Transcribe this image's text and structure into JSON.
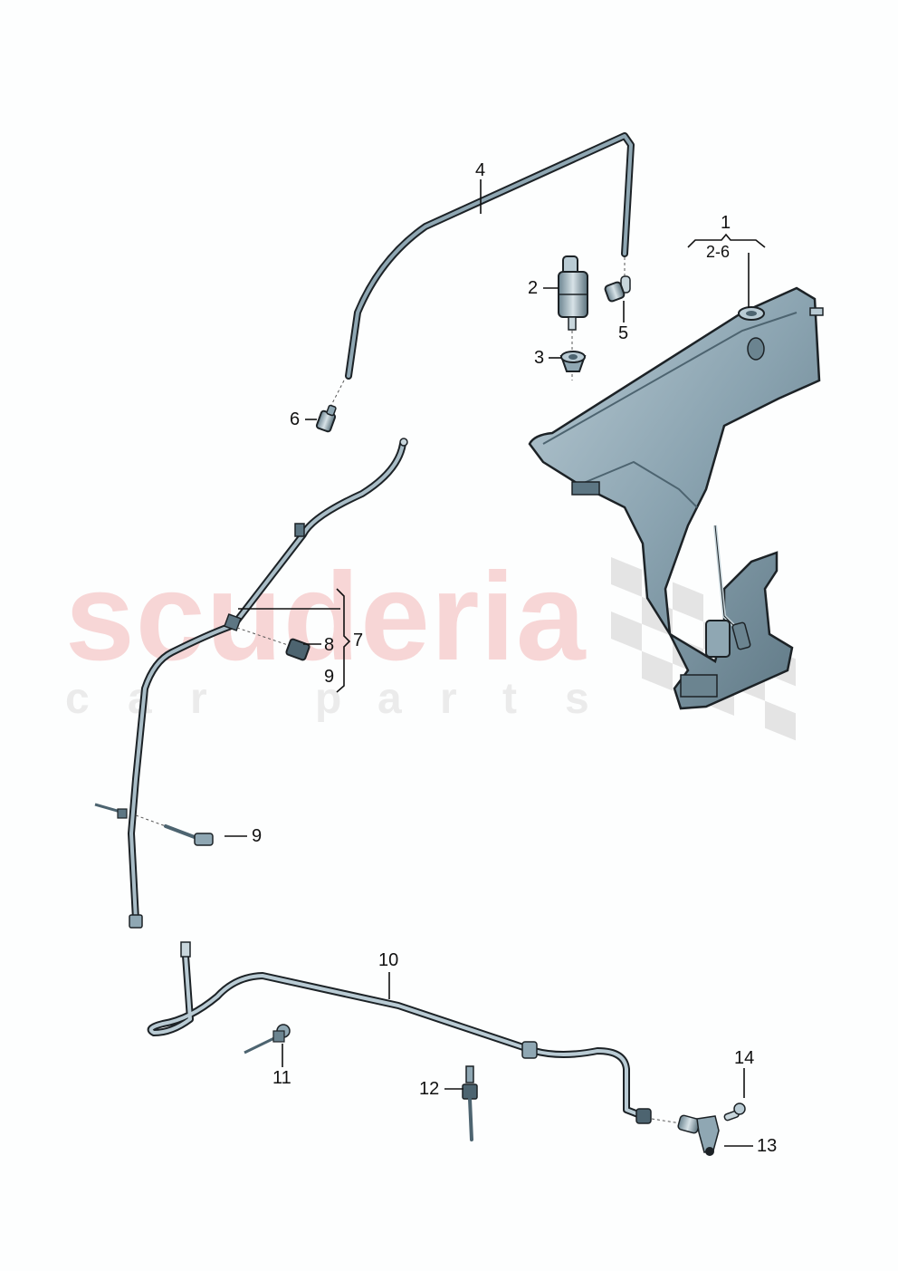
{
  "diagram": {
    "type": "exploded-parts-diagram",
    "subject": "windshield washer system: reservoir, pump, hoses, connectors",
    "watermark": {
      "brand": "scuderia",
      "tagline_letters": [
        "c",
        "a",
        "r",
        "",
        "p",
        "a",
        "r",
        "t",
        "s"
      ],
      "brand_color": "#f7d4d4",
      "tagline_color": "#ebebeb"
    },
    "colors": {
      "part_fill": "#8fa7b3",
      "part_dark": "#4d6470",
      "outline": "#1c2226",
      "leader": "#111111",
      "checker": "#e3e3e3"
    },
    "callouts": [
      {
        "id": "1",
        "label": "1"
      },
      {
        "id": "1-sub",
        "label": "2-6"
      },
      {
        "id": "2",
        "label": "2"
      },
      {
        "id": "3",
        "label": "3"
      },
      {
        "id": "4",
        "label": "4"
      },
      {
        "id": "5",
        "label": "5"
      },
      {
        "id": "6",
        "label": "6"
      },
      {
        "id": "7",
        "label": "7"
      },
      {
        "id": "8",
        "label": "8"
      },
      {
        "id": "9a",
        "label": "9"
      },
      {
        "id": "9b",
        "label": "9"
      },
      {
        "id": "10",
        "label": "10"
      },
      {
        "id": "11",
        "label": "11"
      },
      {
        "id": "12",
        "label": "12"
      },
      {
        "id": "13",
        "label": "13"
      },
      {
        "id": "14",
        "label": "14"
      }
    ]
  }
}
